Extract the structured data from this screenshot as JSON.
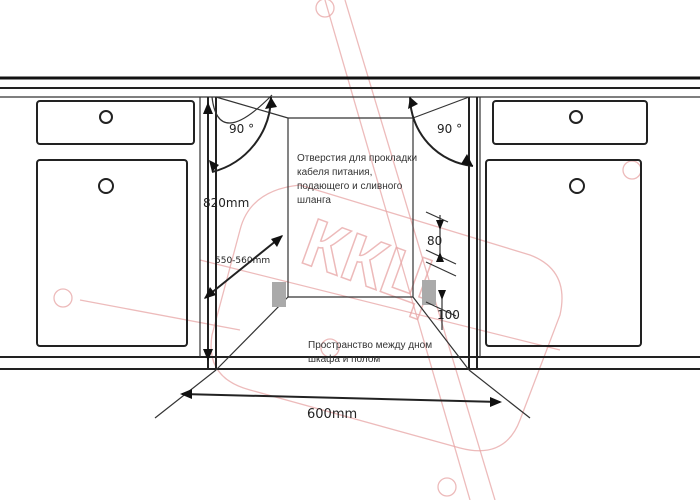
{
  "angles": {
    "left": "90 °",
    "right": "90 °"
  },
  "dimensions": {
    "height": "820mm",
    "width_range": "550-560mm",
    "width": "600mm",
    "small_top": "80",
    "small_bottom": "100"
  },
  "notes": {
    "holes": [
      "Отверстия для прокладки",
      "кабеля питания,",
      "подающего и сливного",
      "шланга"
    ],
    "space": [
      "Пространство между дном",
      "шкафа и полом"
    ]
  },
  "watermark": {
    "text": "ККЦ"
  },
  "colors": {
    "lines": "#222222",
    "watermark": "#e7a4a4",
    "background": "#ffffff"
  }
}
